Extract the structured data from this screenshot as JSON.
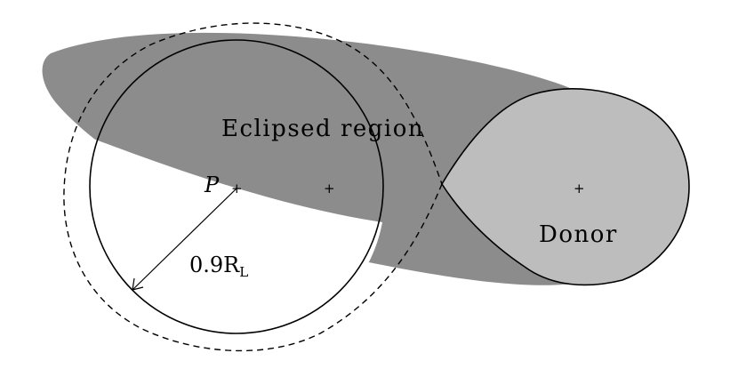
{
  "labels": {
    "eclipsed_region": "Eclipsed region",
    "donor": "Donor",
    "point_p": "P",
    "radius_value": "0.9R",
    "radius_subscript": "L",
    "plus": "+"
  },
  "colors": {
    "eclipse_shadow": "#8c8c8c",
    "donor_fill": "#bdbdbd",
    "line": "#000000",
    "background": "#ffffff"
  }
}
